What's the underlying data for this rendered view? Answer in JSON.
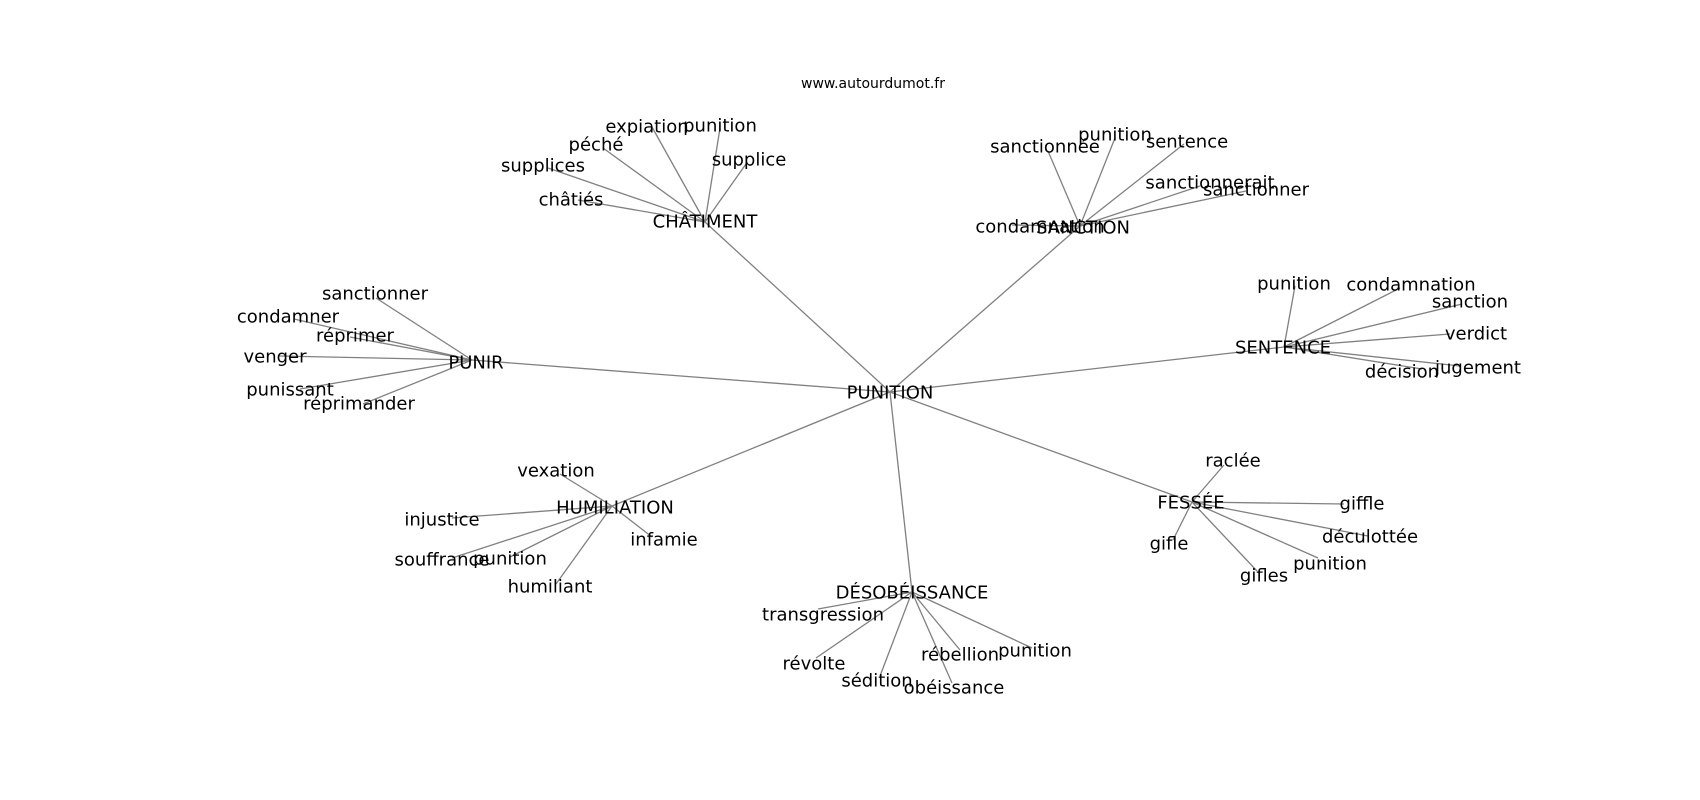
{
  "source": "www.autourdumot.fr",
  "center": {
    "id": "punition",
    "label": "PUNITION"
  },
  "hubs": [
    {
      "id": "chatiment",
      "label": "CHÂTIMENT",
      "leaves": [
        "expiation",
        "punition",
        "péché",
        "supplices",
        "supplice",
        "châtiés"
      ]
    },
    {
      "id": "sanction",
      "label": "SANCTION",
      "leaves": [
        "sanctionnée",
        "punition",
        "sentence",
        "sanctionnerait",
        "sanctionner",
        "condamnation"
      ]
    },
    {
      "id": "punir",
      "label": "PUNIR",
      "leaves": [
        "sanctionner",
        "condamner",
        "réprimer",
        "venger",
        "punissant",
        "réprimander"
      ]
    },
    {
      "id": "sentence",
      "label": "SENTENCE",
      "leaves": [
        "punition",
        "condamnation",
        "sanction",
        "verdict",
        "décision",
        "jugement"
      ]
    },
    {
      "id": "humiliation",
      "label": "HUMILIATION",
      "leaves": [
        "vexation",
        "injustice",
        "infamie",
        "souffrance",
        "punition",
        "humiliant"
      ]
    },
    {
      "id": "fessee",
      "label": "FESSÉE",
      "leaves": [
        "raclée",
        "giffle",
        "déculottée",
        "gifle",
        "punition",
        "gifles"
      ]
    },
    {
      "id": "desobeissance",
      "label": "DÉSOBÉISSANCE",
      "leaves": [
        "transgression",
        "révolte",
        "sédition",
        "rébellion",
        "punition",
        "obéissance"
      ]
    }
  ]
}
